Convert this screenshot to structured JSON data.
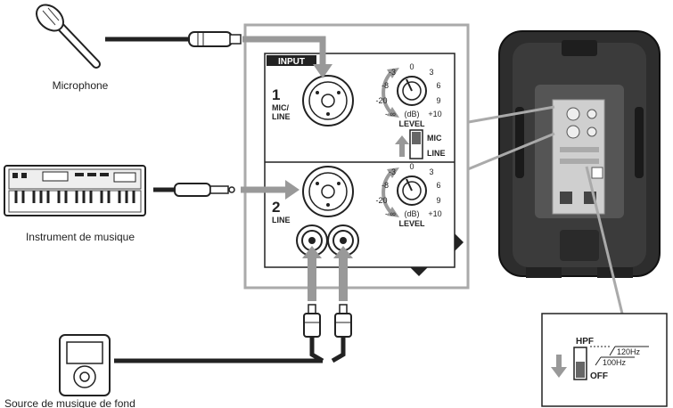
{
  "devices": {
    "microphone_label": "Microphone",
    "instrument_label": "Instrument de musique",
    "music_source_label": "Source de musique de fond"
  },
  "panel": {
    "input_title": "INPUT",
    "ch1_number": "1",
    "ch1_name_line1": "MIC/",
    "ch1_name_line2": "LINE",
    "ch2_number": "2",
    "ch2_name": "LINE",
    "switch_mic": "MIC",
    "switch_line": "LINE",
    "level_label": "LEVEL",
    "db_label": "(dB)",
    "scale": {
      "zero": "0",
      "minus3": "-3",
      "plus3": "3",
      "minus8": "-8",
      "plus6": "6",
      "minus20": "-20",
      "plus9": "9",
      "minus_inf": "- ∞",
      "plus10": "+10"
    }
  },
  "hpf": {
    "title": "HPF",
    "freq_high": "120Hz",
    "freq_low": "100Hz",
    "off": "OFF"
  }
}
